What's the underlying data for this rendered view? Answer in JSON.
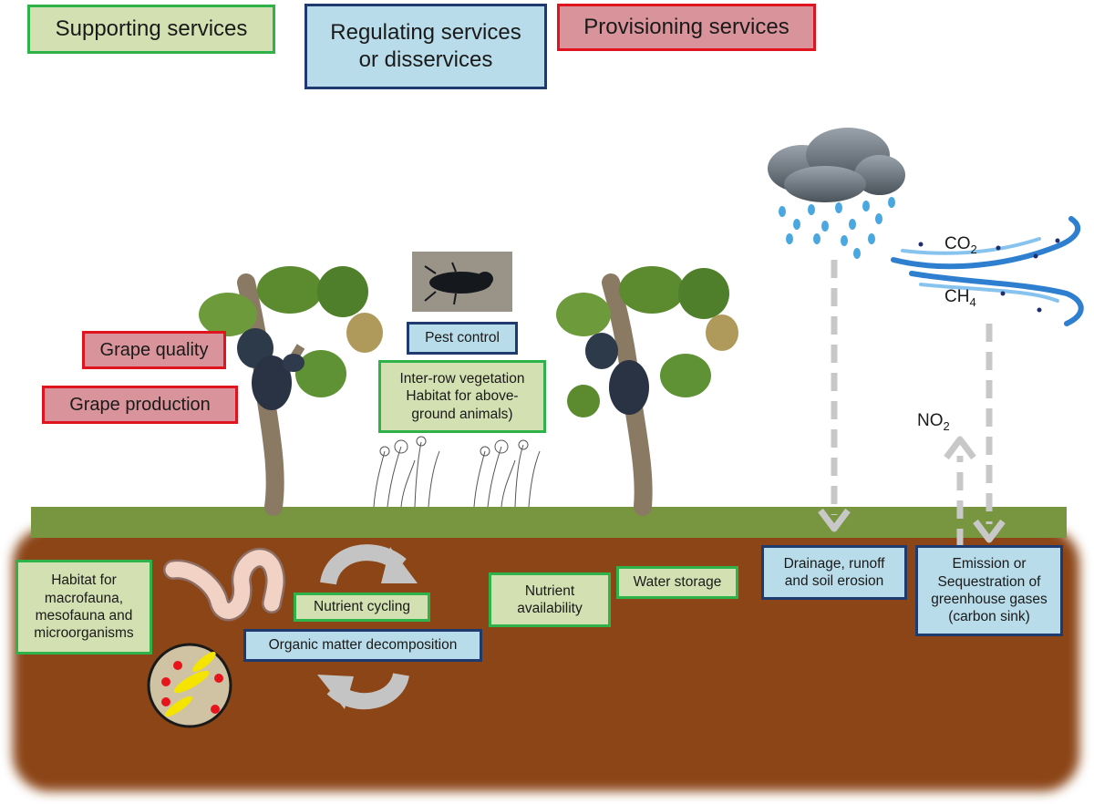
{
  "legend": {
    "supporting": "Supporting services",
    "regulating_line1": "Regulating services",
    "regulating_line2": "or disservices",
    "provisioning": "Provisioning services"
  },
  "above_ground": {
    "grape_quality": "Grape quality",
    "grape_production": "Grape production",
    "pest_control": "Pest control",
    "inter_row_line1": "Inter-row vegetation",
    "inter_row_line2": "Habitat for above-",
    "inter_row_line3": "ground animals)"
  },
  "gases": {
    "co2_base": "CO",
    "co2_sub": "2",
    "ch4_base": "CH",
    "ch4_sub": "4",
    "no2_base": "NO",
    "no2_sub": "2"
  },
  "soil": {
    "habitat_line1": "Habitat for",
    "habitat_line2": "macrofauna,",
    "habitat_line3": "mesofauna and",
    "habitat_line4": "microorganisms",
    "nutrient_cycling": "Nutrient cycling",
    "organic_matter": "Organic matter decomposition",
    "nutrient_avail_line1": "Nutrient",
    "nutrient_avail_line2": "availability",
    "water_storage": "Water storage",
    "drainage_line1": "Drainage, runoff",
    "drainage_line2": "and soil erosion",
    "emission_line1": "Emission or",
    "emission_line2": "Sequestration of",
    "emission_line3": "greenhouse gases",
    "emission_line4": "(carbon sink)"
  },
  "colors": {
    "supporting_fill": "#d3e0b2",
    "supporting_border": "#2db34a",
    "regulating_fill": "#b8dce9",
    "regulating_border": "#1f3a6e",
    "provisioning_fill": "#d9939a",
    "provisioning_border": "#e0141f",
    "grass": "#77963f",
    "soil": "#8b4513"
  }
}
